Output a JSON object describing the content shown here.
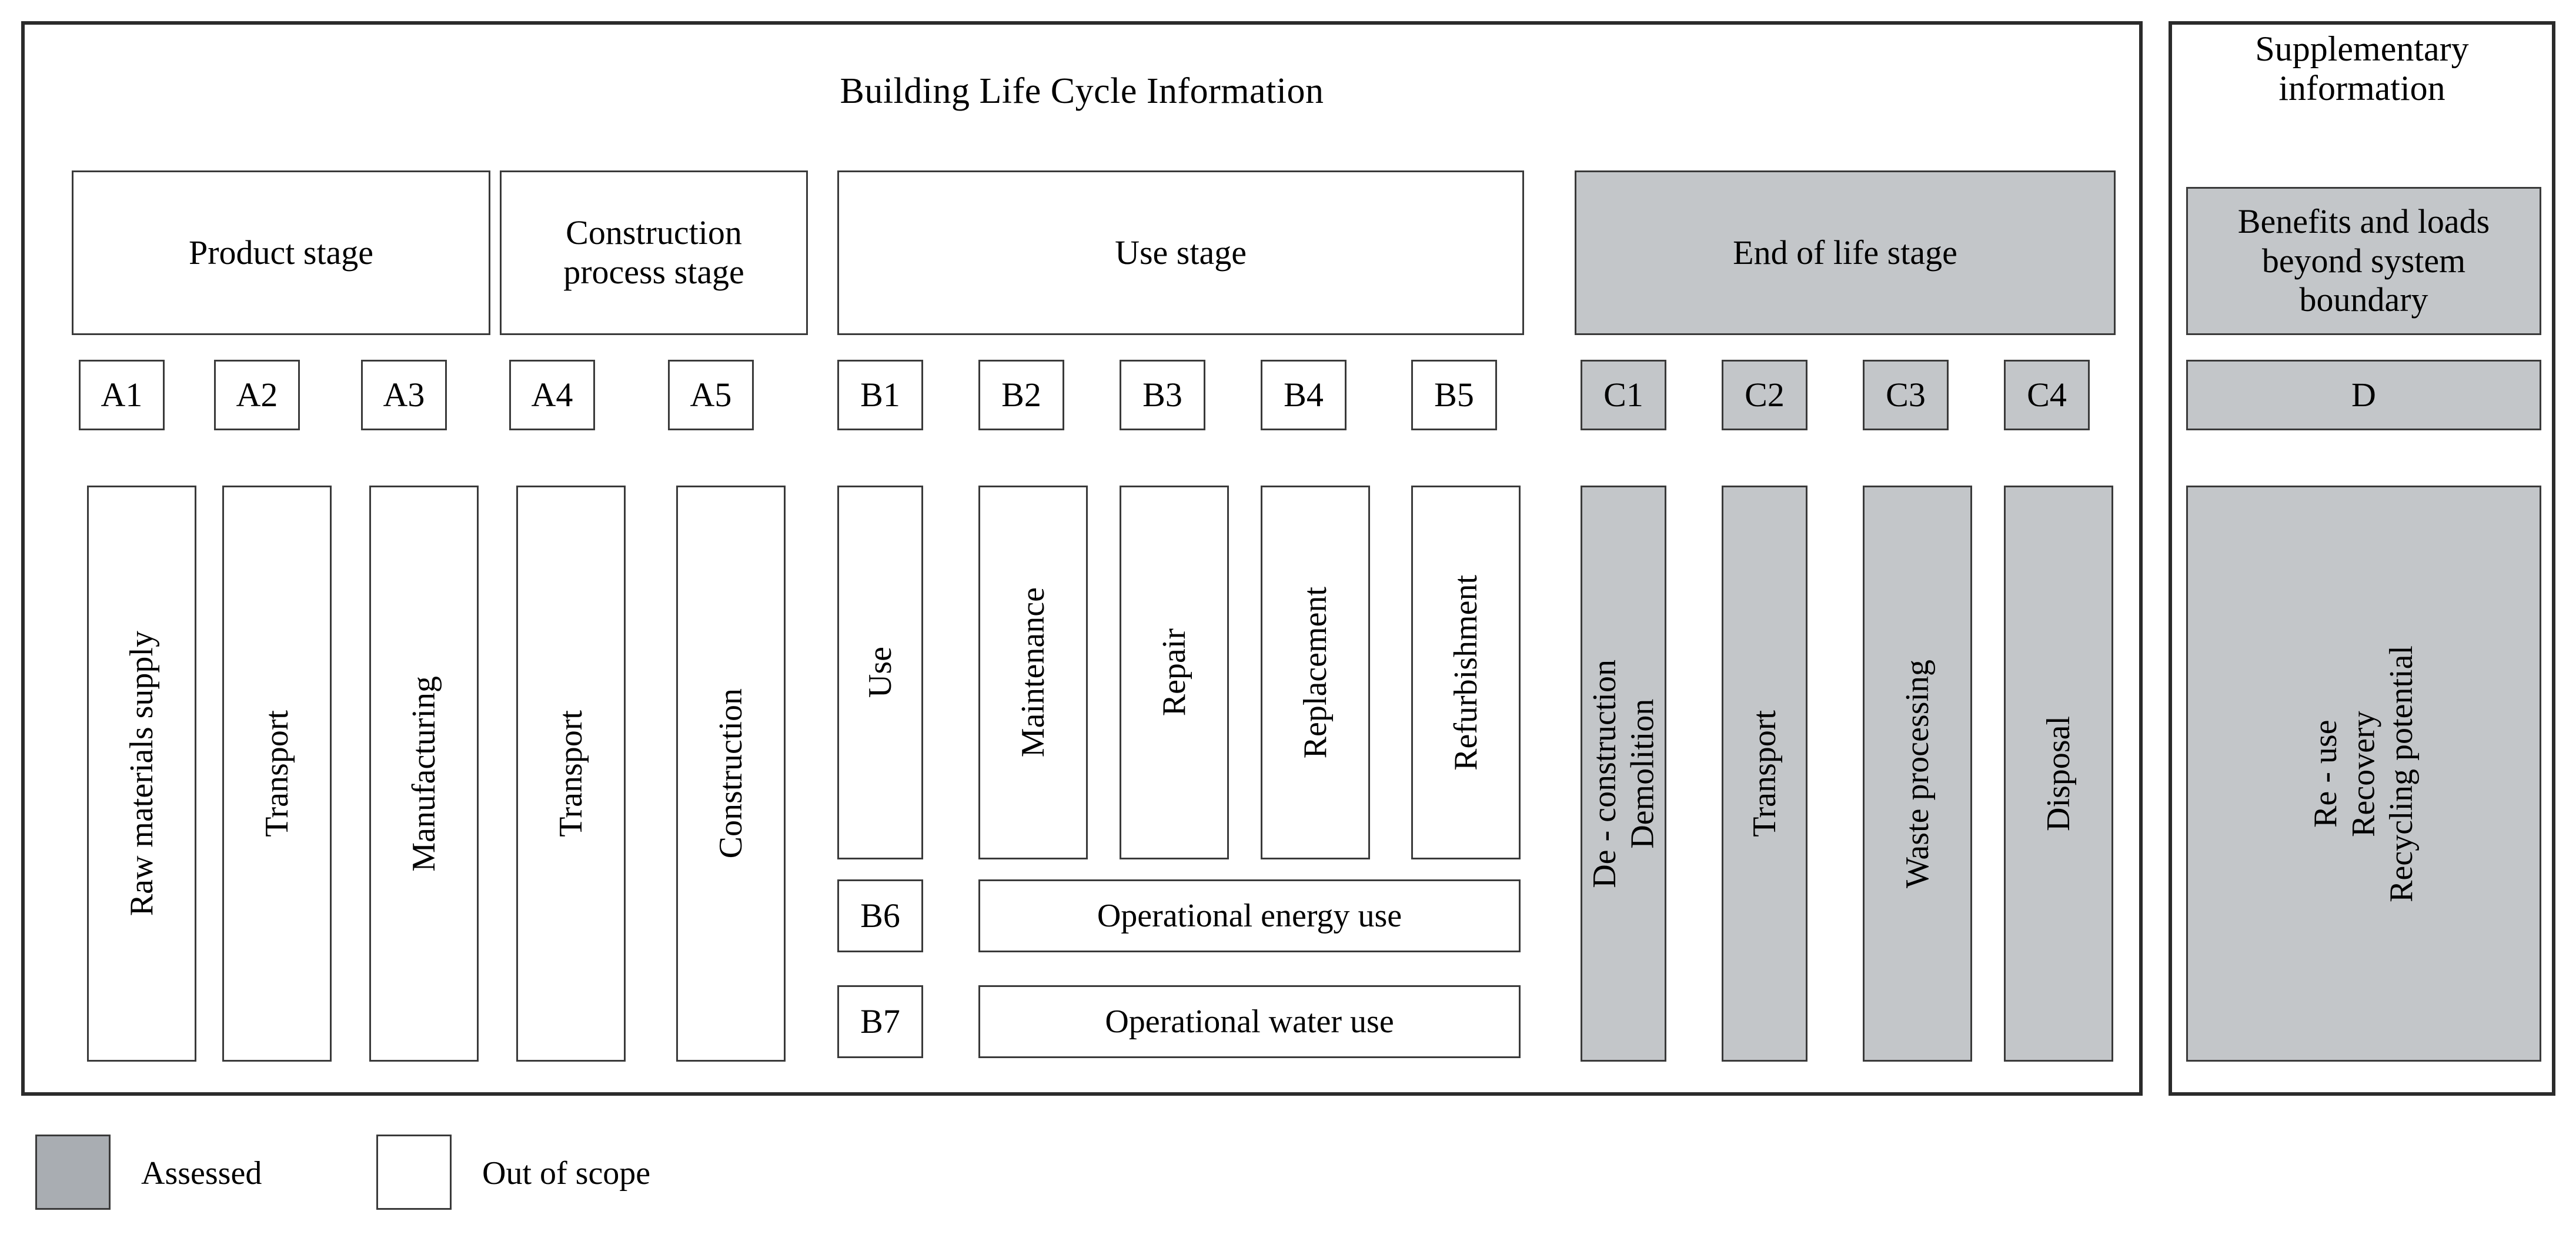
{
  "main": {
    "title": "Building Life Cycle Information",
    "stages": [
      {
        "id": "product",
        "label": "Product stage",
        "shaded": false
      },
      {
        "id": "construction",
        "label": "Construction\nprocess stage",
        "shaded": false
      },
      {
        "id": "use",
        "label": "Use stage",
        "shaded": false
      },
      {
        "id": "endoflife",
        "label": "End of life stage",
        "shaded": true
      }
    ],
    "modules": [
      {
        "code": "A1",
        "label": "Raw materials supply",
        "shaded": false
      },
      {
        "code": "A2",
        "label": "Transport",
        "shaded": false
      },
      {
        "code": "A3",
        "label": "Manufacturing",
        "shaded": false
      },
      {
        "code": "A4",
        "label": "Transport",
        "shaded": false
      },
      {
        "code": "A5",
        "label": "Construction",
        "shaded": false
      },
      {
        "code": "B1",
        "label": "Use",
        "shaded": false
      },
      {
        "code": "B2",
        "label": "Maintenance",
        "shaded": false
      },
      {
        "code": "B3",
        "label": "Repair",
        "shaded": false
      },
      {
        "code": "B4",
        "label": "Replacement",
        "shaded": false
      },
      {
        "code": "B5",
        "label": "Refurbishment",
        "shaded": false
      },
      {
        "code": "C1",
        "label": "De - construction\nDemolition",
        "shaded": true
      },
      {
        "code": "C2",
        "label": "Transport",
        "shaded": true
      },
      {
        "code": "C3",
        "label": "Waste processing",
        "shaded": true
      },
      {
        "code": "C4",
        "label": "Disposal",
        "shaded": true
      }
    ],
    "operational": [
      {
        "code": "B6",
        "label": "Operational energy use",
        "shaded": false
      },
      {
        "code": "B7",
        "label": "Operational water use",
        "shaded": false
      }
    ]
  },
  "supplementary": {
    "title": "Supplementary\ninformation",
    "stage_label": "Benefits and loads\nbeyond system\nboundary",
    "code": "D",
    "label": "Re - use\nRecovery\nRecycling potential",
    "shaded": true
  },
  "legend": {
    "items": [
      {
        "label": "Assessed",
        "color": "#a9adb2",
        "shaded": true
      },
      {
        "label": "Out of scope",
        "color": "#ffffff",
        "shaded": false
      }
    ]
  },
  "colors": {
    "shaded_fill": "#c3c6c9",
    "legend_assessed_fill": "#a9adb2",
    "border": "#3a3a3a",
    "frame_border": "#2b2b2b",
    "background": "#ffffff"
  }
}
